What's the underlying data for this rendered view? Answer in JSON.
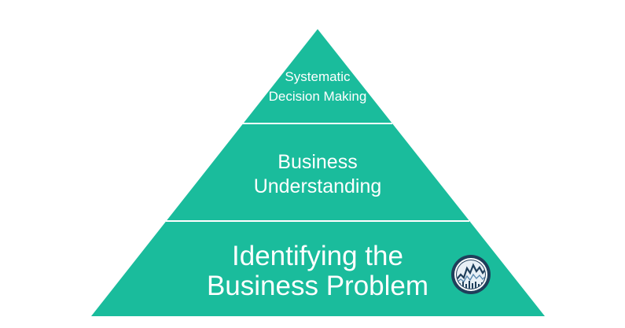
{
  "diagram": {
    "type": "pyramid",
    "fill_color": "#1abc9c",
    "divider_color": "#ffffff",
    "tiers": [
      {
        "lines": [
          "Systematic",
          "Decision Making"
        ]
      },
      {
        "lines": [
          "Business",
          "Understanding"
        ]
      },
      {
        "lines": [
          "Identifying the",
          "Business Problem"
        ]
      }
    ],
    "badge": {
      "icon": "stock-chart-icon",
      "colors": {
        "ring": "#1f3f5b",
        "fill": "#ffffff",
        "line": "#1f3f5b"
      }
    }
  }
}
